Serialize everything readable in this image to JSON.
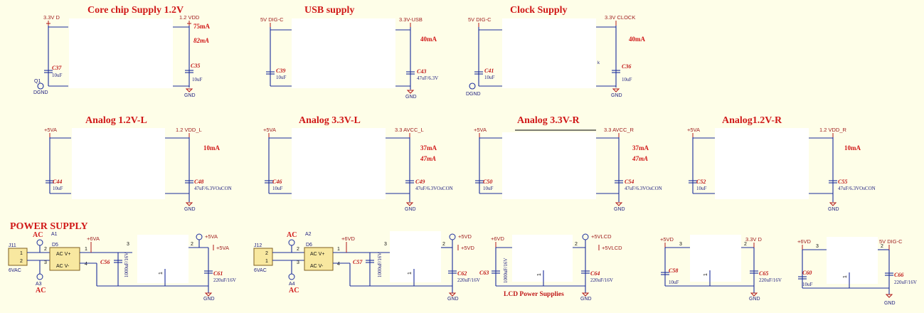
{
  "titles": {
    "core": "Core chip Supply 1.2V",
    "usb": "USB supply",
    "clock": "Clock Supply",
    "a12l": "Analog 1.2V-L",
    "a33l": "Analog 3.3V-L",
    "a33r": "Analog 3.3V-R",
    "a12r": "Analog1.2V-R",
    "power": "POWER SUPPLY",
    "lcd": "LCD Power Supplies"
  },
  "nets": {
    "n33d": "3.3V D",
    "n12vdd": "1.2 VDD",
    "n5vdigc": "5V DIG-C",
    "n33usb": "3.3V-USB",
    "n33clock": "3.3V CLOCK",
    "n5va": "+5VA",
    "n12vddl": "1.2 VDD_L",
    "n33avccl": "3.3 AVCC_L",
    "n33avccr": "3.3 AVCC_R",
    "n12vddr": "1.2 VDD_R",
    "n6va": "+6VA",
    "n6vd": "+6VD",
    "n5vd": "+5VD",
    "n5vlcd": "+5VLCD",
    "dgnd": "DGND",
    "gnd": "GND",
    "q1": "Q1"
  },
  "currents": {
    "c75": "75mA",
    "c82": "82mA",
    "c40": "40mA",
    "c10": "10mA",
    "c37": "37mA",
    "c47": "47mA"
  },
  "caps": {
    "c37": "C37",
    "c35": "C35",
    "c39": "C39",
    "c43": "C43",
    "c41": "C41",
    "c36": "C36",
    "c44": "C44",
    "c48": "C48",
    "c46": "C46",
    "c49": "C49",
    "c50": "C50",
    "c54": "C54",
    "c52": "C52",
    "c55": "C55",
    "c56": "C56",
    "c61": "C61",
    "c57": "C57",
    "c62": "C62",
    "c63": "C63",
    "c64": "C64",
    "c58": "C58",
    "c65": "C65",
    "c60": "C60",
    "c66": "C66"
  },
  "values": {
    "v10uf": "10uF",
    "v47uf63": "47uF/6.3V",
    "v47uf63os": "47uF/6.3VOsCON",
    "v1000uf": "1000uF/16V",
    "v220uf": "220uF/16V"
  },
  "parts": {
    "j11": "J11",
    "j12": "J12",
    "d5": "D5",
    "d6": "D6",
    "a1": "A1",
    "a2": "A2",
    "a3": "A3",
    "a4": "A4",
    "ac": "AC",
    "vac": "6VAC",
    "acvplus": "AC  V+",
    "acvminus": "AC  V-",
    "k": "k"
  }
}
